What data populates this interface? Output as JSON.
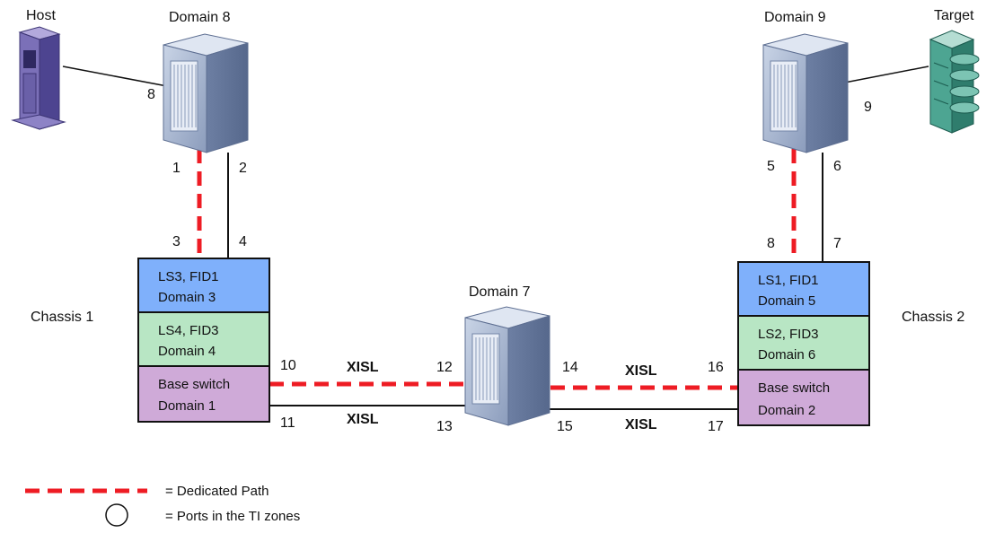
{
  "devices": {
    "host": "Host",
    "domain8": "Domain 8",
    "domain9": "Domain 9",
    "target": "Target",
    "domain7": "Domain 7"
  },
  "chassis": {
    "chassis1": "Chassis 1",
    "chassis2": "Chassis 2",
    "c1_ls3": [
      "LS3, FID1",
      "Domain 3"
    ],
    "c1_ls4": [
      "LS4, FID3",
      "Domain 4"
    ],
    "c1_base": [
      "Base switch",
      "Domain 1"
    ],
    "c2_ls1": [
      "LS1, FID1",
      "Domain 5"
    ],
    "c2_ls2": [
      "LS2, FID3",
      "Domain 6"
    ],
    "c2_base": [
      "Base switch",
      "Domain 2"
    ]
  },
  "ports": {
    "p8_left": "8",
    "p1": "1",
    "p2": "2",
    "p3": "3",
    "p4": "4",
    "p9": "9",
    "p5": "5",
    "p6": "6",
    "p8_right": "8",
    "p7": "7",
    "p10": "10",
    "p11": "11",
    "p12": "12",
    "p13": "13",
    "p14": "14",
    "p15": "15",
    "p16": "16",
    "p17": "17"
  },
  "links": {
    "xisl": "XISL"
  },
  "legend": {
    "dedicated": "= Dedicated Path",
    "ti_ports": "= Ports in the TI zones"
  },
  "colors": {
    "dedicated_path": "#ee1c24",
    "ls_fid1": "#7fb0fb",
    "ls_fid3": "#b8e6c4",
    "base_switch": "#cfaad8",
    "switch_body": "#8fa3c4",
    "host_body": "#5a4f98",
    "target_body": "#2f8a7a"
  }
}
